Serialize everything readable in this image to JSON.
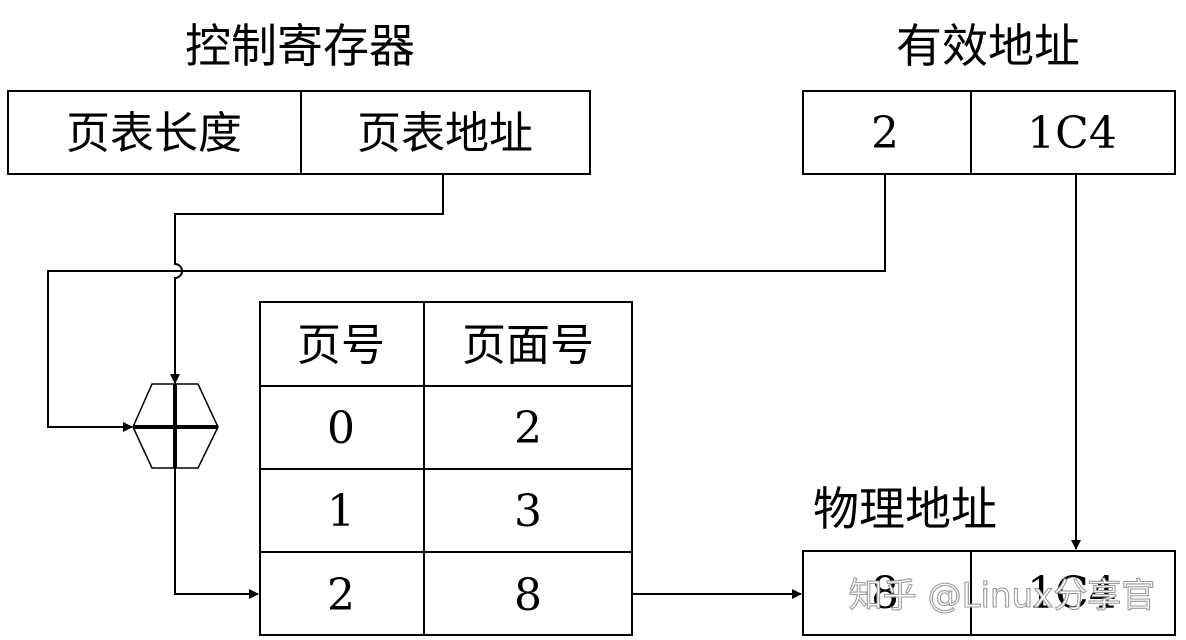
{
  "titles": {
    "control_register": "控制寄存器",
    "effective_address": "有效地址",
    "physical_address": "物理地址"
  },
  "control_register": {
    "cells": [
      "页表长度",
      "页表地址"
    ]
  },
  "effective_address": {
    "page_number": "2",
    "offset": "1C4"
  },
  "page_table": {
    "headers": [
      "页号",
      "页面号"
    ],
    "rows": [
      {
        "page": "0",
        "frame": "2"
      },
      {
        "page": "1",
        "frame": "3"
      },
      {
        "page": "2",
        "frame": "8"
      }
    ]
  },
  "physical_address": {
    "frame": "8",
    "offset": "1C4"
  },
  "watermark": "知乎 @Linux分享官"
}
